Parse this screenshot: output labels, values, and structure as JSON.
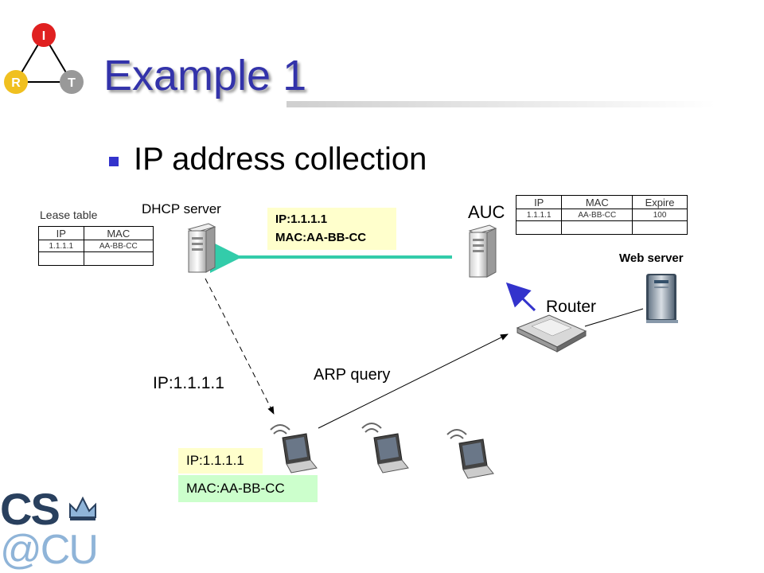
{
  "logo": {
    "top": "I",
    "left": "R",
    "right": "T"
  },
  "title": "Example 1",
  "bullet": "IP address collection",
  "colors": {
    "title": "#3333aa",
    "bullet": "#3333cc",
    "arrow_teal": "#33ccaa",
    "arrow_blue": "#3333cc",
    "logo_red": "#e02020",
    "logo_yellow": "#f0c020",
    "logo_gray": "#999999"
  },
  "lease_table": {
    "caption": "Lease table",
    "headers": [
      "IP",
      "MAC"
    ],
    "rows": [
      [
        "1.1.1.1",
        "AA-BB-CC"
      ],
      [
        "",
        ""
      ]
    ]
  },
  "auc_table": {
    "headers": [
      "IP",
      "MAC",
      "Expire"
    ],
    "rows": [
      [
        "1.1.1.1",
        "AA-BB-CC",
        "100"
      ],
      [
        "",
        "",
        ""
      ]
    ]
  },
  "labels": {
    "dhcp_server": "DHCP server",
    "auc": "AUC",
    "web_server": "Web server",
    "router": "Router",
    "arp_query": "ARP query",
    "ip_dhcp_path": "IP:1.1.1.1"
  },
  "message_box": {
    "ip": "IP:1.1.1.1",
    "mac": "MAC:AA-BB-CC"
  },
  "client_ip": "IP:1.1.1.1",
  "client_mac": "MAC:AA-BB-CC",
  "footer_logo": {
    "line1": "CS",
    "line2": "@CU"
  }
}
